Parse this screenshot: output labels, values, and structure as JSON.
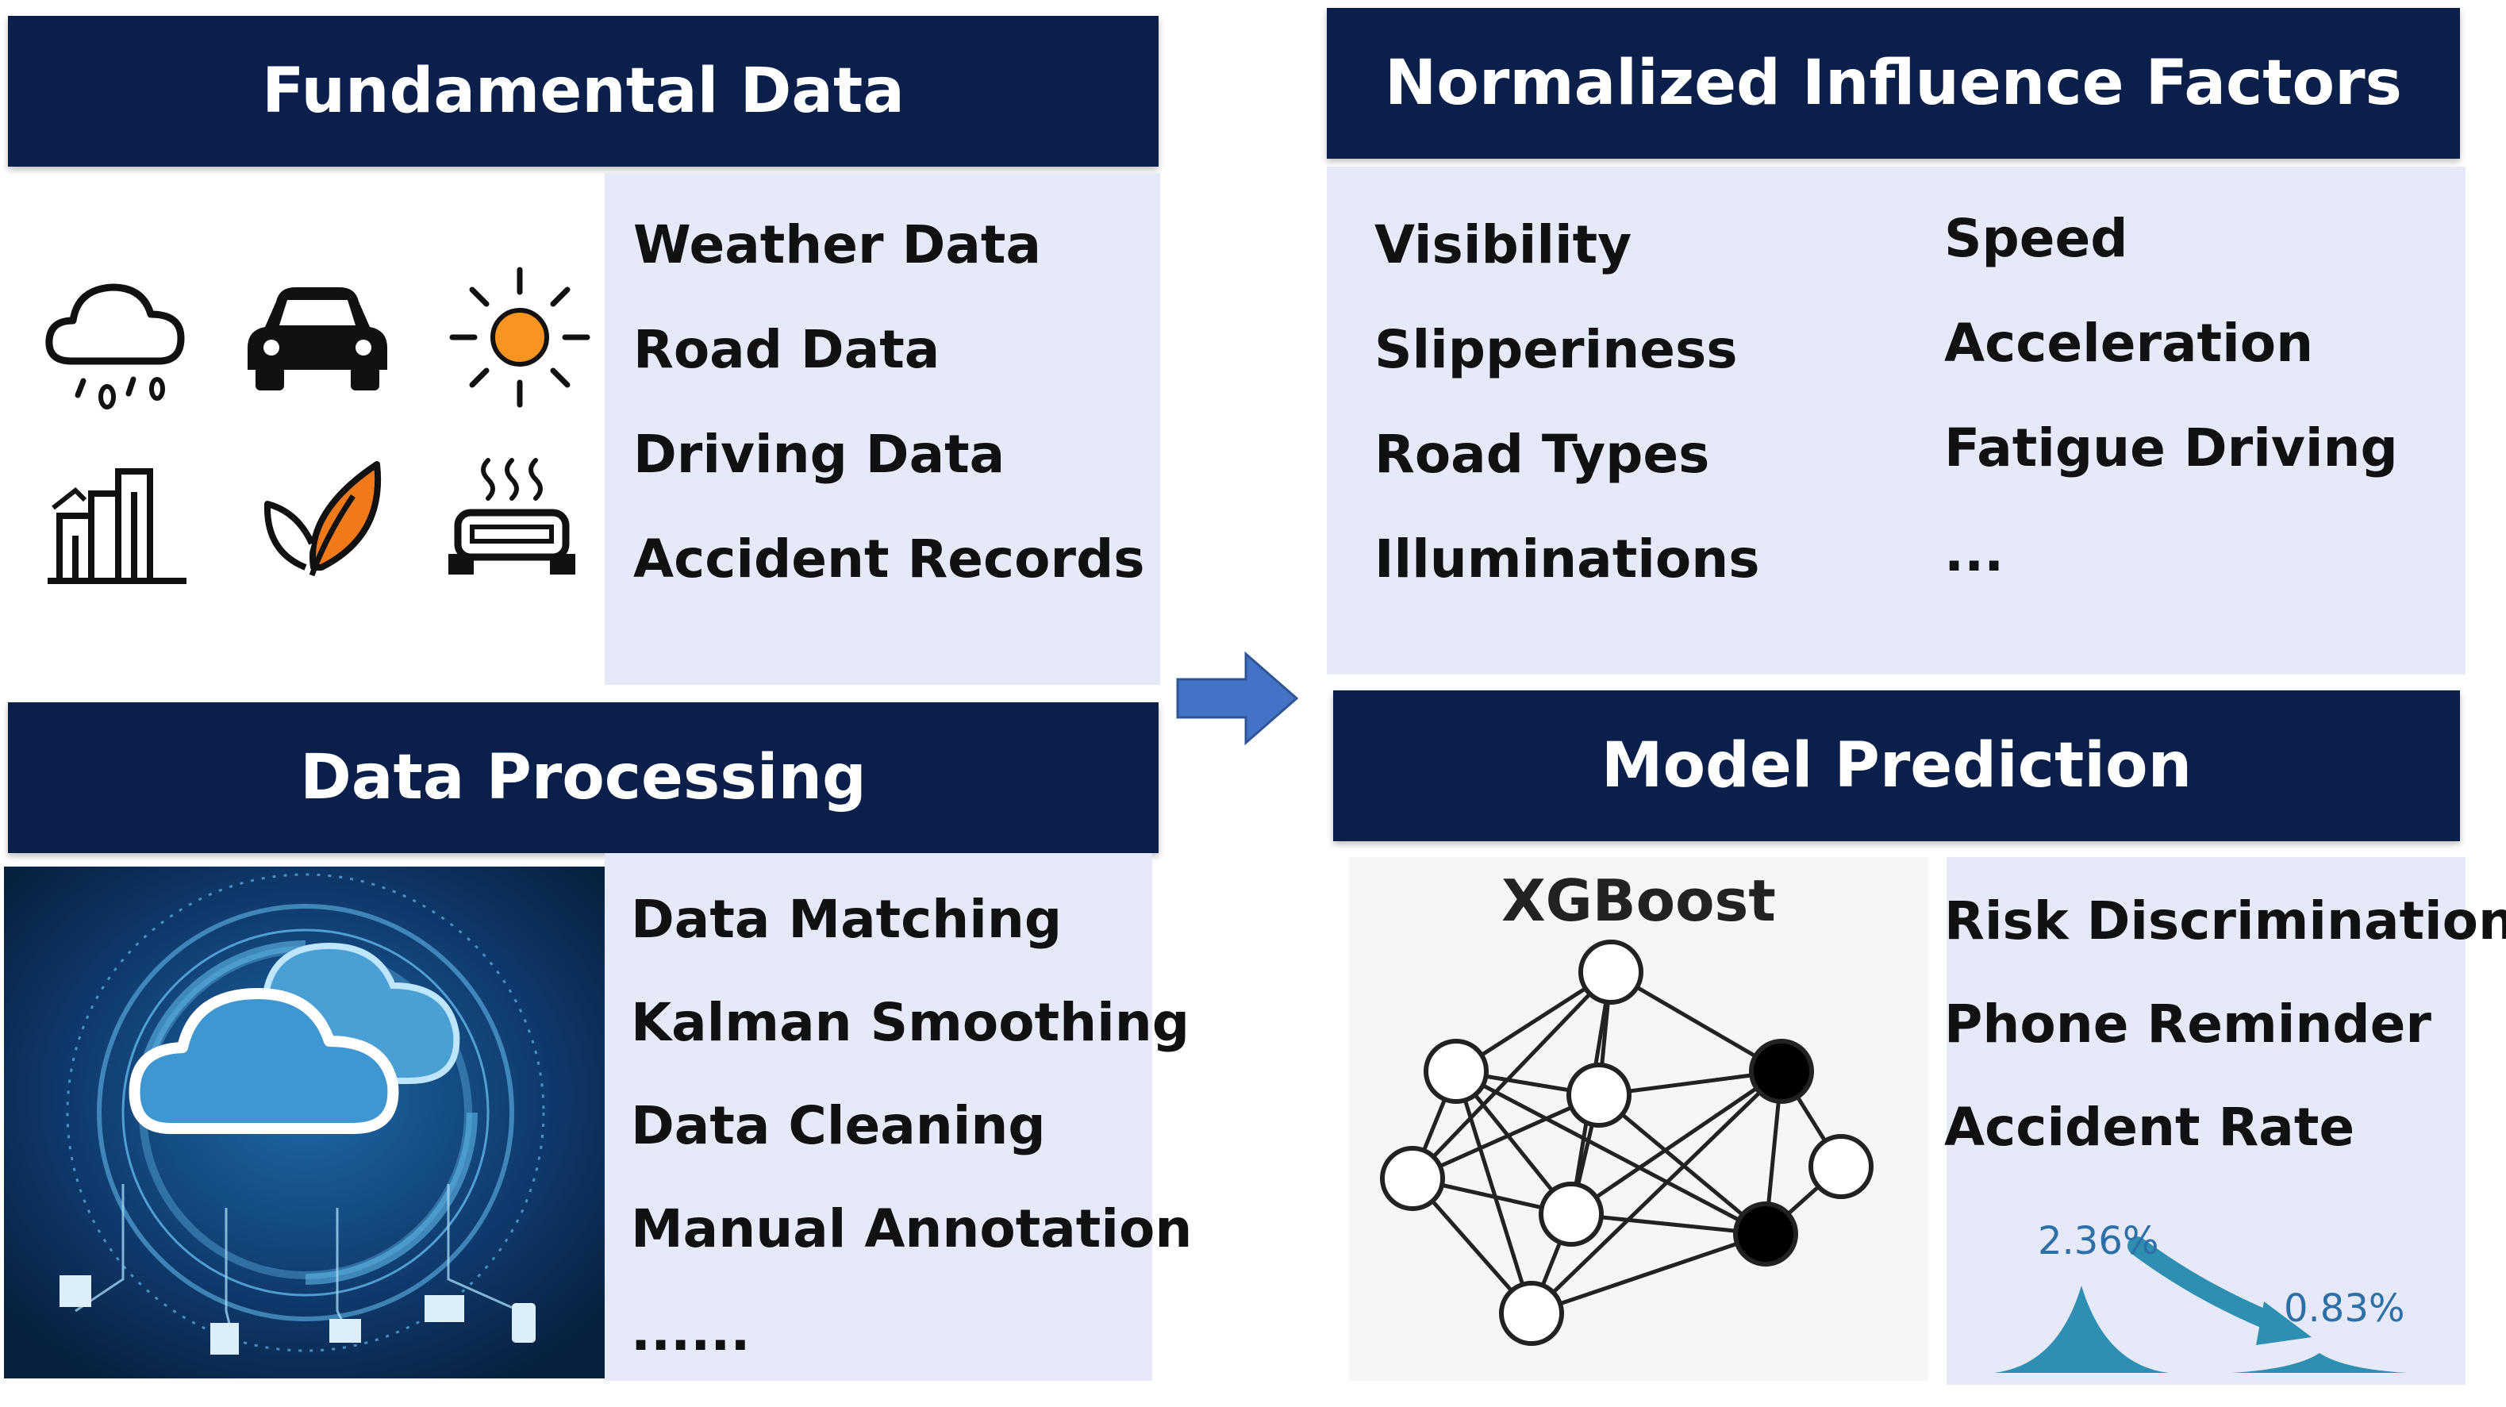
{
  "fundamental": {
    "title": "Fundamental Data",
    "items": [
      "Weather Data",
      "Road Data",
      "Driving Data",
      "Accident Records"
    ],
    "icons": [
      "rain-cloud-icon",
      "car-icon",
      "sun-icon",
      "factory-icon",
      "leaf-icon",
      "heating-icon"
    ]
  },
  "processing": {
    "title": "Data Processing",
    "items": [
      "Data Matching",
      "Kalman Smoothing",
      "Data Cleaning",
      "Manual Annotation",
      "......"
    ]
  },
  "factors": {
    "title": "Normalized Influence Factors",
    "left": [
      "Visibility",
      "Slipperiness",
      "Road Types",
      "Illuminations"
    ],
    "right": [
      "Speed",
      "Acceleration",
      "Fatigue Driving",
      "..."
    ]
  },
  "model": {
    "title": "Model Prediction",
    "algo": "XGBoost",
    "items": [
      "Risk Discrimination",
      "Phone Reminder",
      "Accident Rate"
    ],
    "rate_before": "2.36%",
    "rate_after": "0.83%"
  },
  "colors": {
    "header_bg": "#0b1f4b",
    "panel_bg": "#e6eaf8",
    "arrow": "#4472c4",
    "accent_orange": "#f07a1a",
    "rate_teal": "#2e8fb3"
  }
}
